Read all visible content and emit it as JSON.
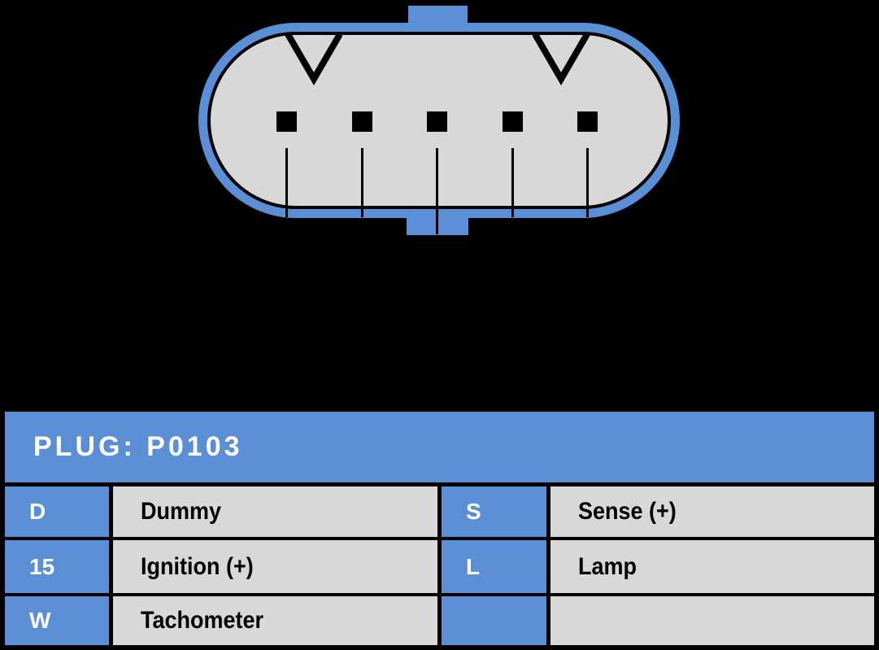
{
  "colors": {
    "accent_blue": "#5A8ED5",
    "housing_grey": "#D8D8D8",
    "background_black": "#000000",
    "text_white": "#FFFFFF",
    "text_black": "#000000"
  },
  "connector": {
    "pin_count": 5,
    "notch_count": 2
  },
  "table": {
    "title": "PLUG: P0103",
    "rows": [
      {
        "left_key": "D",
        "left_value": "Dummy",
        "right_key": "S",
        "right_value": "Sense (+)"
      },
      {
        "left_key": "15",
        "left_value": "Ignition (+)",
        "right_key": "L",
        "right_value": "Lamp"
      },
      {
        "left_key": "W",
        "left_value": "Tachometer",
        "right_key": "",
        "right_value": ""
      }
    ]
  }
}
